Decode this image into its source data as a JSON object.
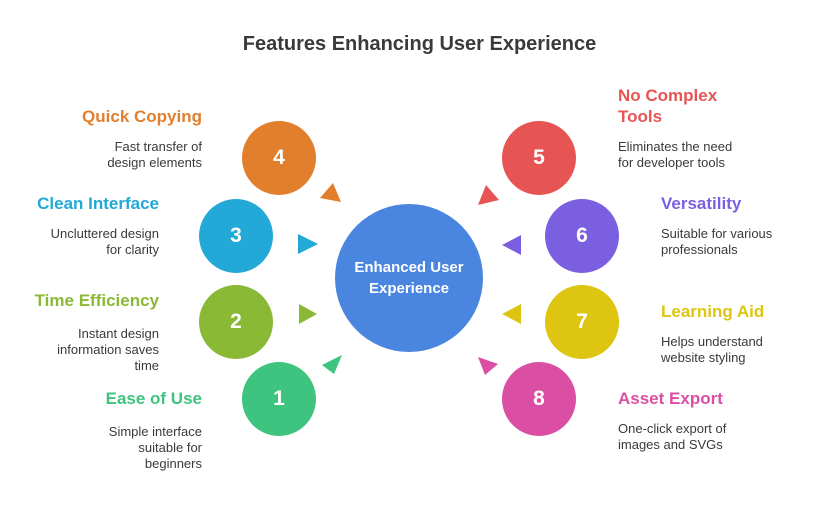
{
  "title": "Features Enhancing User Experience",
  "center": {
    "label_line1": "Enhanced User",
    "label_line2": "Experience",
    "color": "#4a86e0"
  },
  "features": [
    {
      "number": "1",
      "title": "Ease of Use",
      "description": "Simple interface\nsuitable for\nbeginners",
      "color": "#3ec47e"
    },
    {
      "number": "2",
      "title": "Time Efficiency",
      "description": "Instant design\ninformation saves\ntime",
      "color": "#8ab935"
    },
    {
      "number": "3",
      "title": "Clean Interface",
      "description": "Uncluttered design\nfor clarity",
      "color": "#22a9d7"
    },
    {
      "number": "4",
      "title": "Quick Copying",
      "description": "Fast transfer of\ndesign elements",
      "color": "#e17f2c"
    },
    {
      "number": "5",
      "title": "No Complex\nTools",
      "description": "Eliminates the need\nfor developer tools",
      "color": "#e65454"
    },
    {
      "number": "6",
      "title": "Versatility",
      "description": "Suitable for various\nprofessionals",
      "color": "#7b5fe1"
    },
    {
      "number": "7",
      "title": "Learning Aid",
      "description": "Helps understand\nwebsite styling",
      "color": "#ddc511"
    },
    {
      "number": "8",
      "title": "Asset Export",
      "description": "One-click export of\nimages and SVGs",
      "color": "#da4fa4"
    }
  ]
}
